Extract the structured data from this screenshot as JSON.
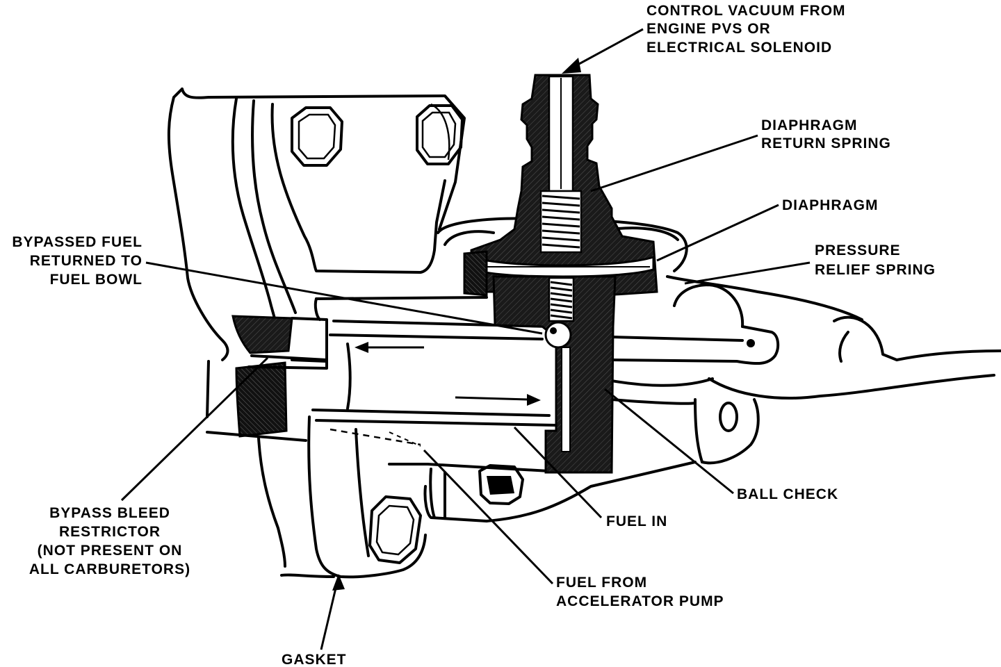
{
  "colors": {
    "ink": "#000000",
    "paper": "#ffffff"
  },
  "labels": {
    "control_vacuum": [
      "CONTROL VACUUM FROM",
      "ENGINE PVS OR",
      "ELECTRICAL SOLENOID"
    ],
    "diaphragm_return_spring": [
      "DIAPHRAGM",
      "RETURN SPRING"
    ],
    "diaphragm": [
      "DIAPHRAGM"
    ],
    "pressure_relief_spring": [
      "PRESSURE",
      "RELIEF SPRING"
    ],
    "bypassed_fuel": [
      "BYPASSED FUEL",
      "RETURNED TO",
      "FUEL BOWL"
    ],
    "ball_check": [
      "BALL CHECK"
    ],
    "fuel_in": [
      "FUEL IN"
    ],
    "bypass_bleed_restrictor": [
      "BYPASS BLEED",
      "RESTRICTOR",
      "(NOT PRESENT ON",
      "ALL CARBURETORS)"
    ],
    "fuel_from_accelerator_pump": [
      "FUEL FROM",
      "ACCELERATOR PUMP"
    ],
    "gasket": [
      "GASKET"
    ]
  }
}
